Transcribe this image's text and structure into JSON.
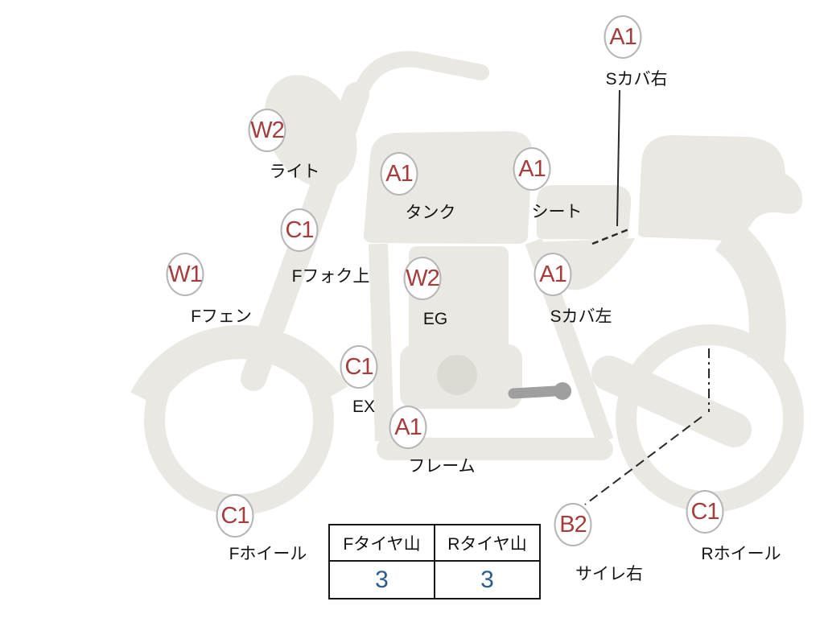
{
  "markers": [
    {
      "code": "A1",
      "label": "Sカバ右"
    },
    {
      "code": "W2",
      "label": "ライト"
    },
    {
      "code": "A1",
      "label": "タンク"
    },
    {
      "code": "A1",
      "label": "シート"
    },
    {
      "code": "C1",
      "label": "Fフォク上"
    },
    {
      "code": "W1",
      "label": "Fフェン"
    },
    {
      "code": "W2",
      "label": "EG"
    },
    {
      "code": "A1",
      "label": "Sカバ左"
    },
    {
      "code": "C1",
      "label": "EX"
    },
    {
      "code": "A1",
      "label": "フレーム"
    },
    {
      "code": "C1",
      "label": "Fホイール"
    },
    {
      "code": "B2",
      "label": "サイレ右"
    },
    {
      "code": "C1",
      "label": "Rホイール"
    }
  ],
  "tire_table": {
    "headers": [
      "Fタイヤ山",
      "Rタイヤ山"
    ],
    "values": [
      "3",
      "3"
    ]
  },
  "colors": {
    "marker_code": "#a63c3c",
    "tire_value": "#2d5b8e",
    "bike_fill": "#e9e8e2"
  }
}
